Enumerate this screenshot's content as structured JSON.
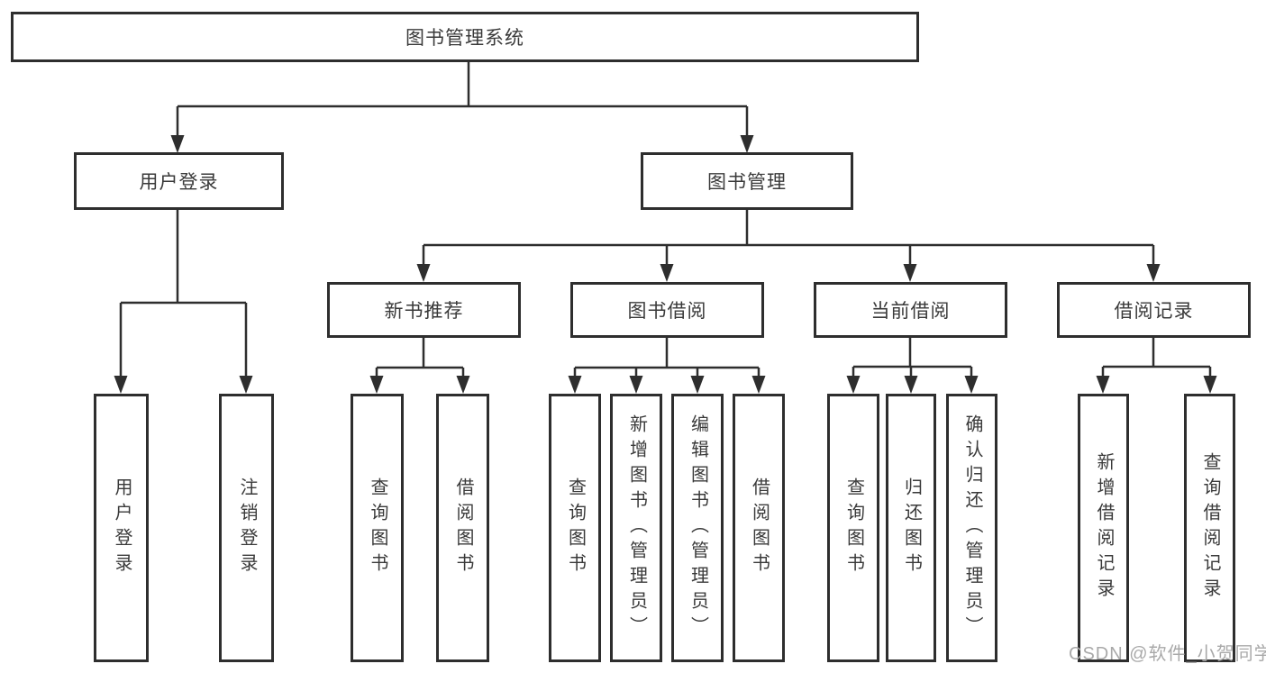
{
  "tree": {
    "root": {
      "label": "图书管理系统"
    },
    "branches": [
      {
        "label": "用户登录",
        "leaves": [
          {
            "label": "用户登录"
          },
          {
            "label": "注销登录"
          }
        ]
      },
      {
        "label": "图书管理",
        "sections": [
          {
            "label": "新书推荐",
            "leaves": [
              {
                "label": "查询图书"
              },
              {
                "label": "借阅图书"
              }
            ]
          },
          {
            "label": "图书借阅",
            "leaves": [
              {
                "label": "查询图书"
              },
              {
                "label": "新增图书（管理员）"
              },
              {
                "label": "编辑图书（管理员）"
              },
              {
                "label": "借阅图书"
              }
            ]
          },
          {
            "label": "当前借阅",
            "leaves": [
              {
                "label": "查询图书"
              },
              {
                "label": "归还图书"
              },
              {
                "label": "确认归还（管理员）"
              }
            ]
          },
          {
            "label": "借阅记录",
            "leaves": [
              {
                "label": "新增借阅记录"
              },
              {
                "label": "查询借阅记录"
              }
            ]
          }
        ]
      }
    ]
  },
  "watermark": {
    "text": "CSDN @软件_小贺同学"
  },
  "colors": {
    "line": "#2e2e2e",
    "box_border": "#2e2e2e",
    "text": "#3a3a3a",
    "background": "#ffffff",
    "watermark": "#a9a9a9"
  }
}
